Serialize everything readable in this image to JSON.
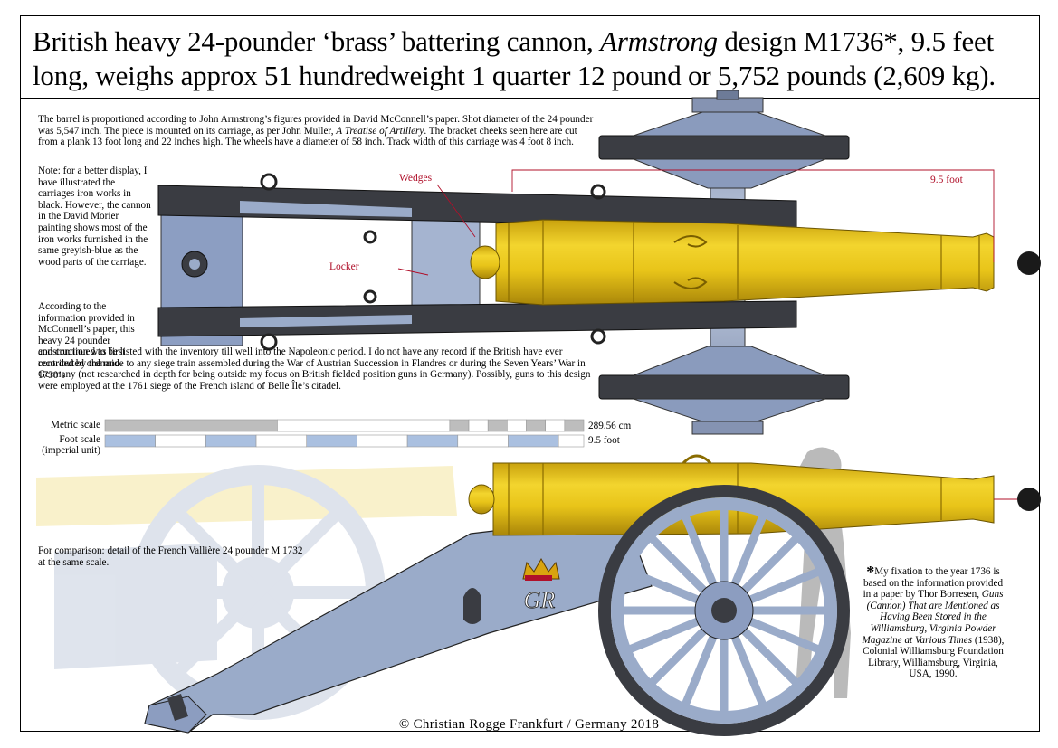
{
  "title": {
    "part1": "British heavy 24-pounder ‘brass’ battering cannon, ",
    "italic": "Armstrong",
    "part2": " design M1736*, 9.5 feet long, weighs approx 51 hundredweight 1 quarter 12 pound or 5,752 pounds (2,609 kg)."
  },
  "intro": {
    "a": "The barrel is proportioned according to John Armstrong’s figures provided in David McConnell’s paper. Shot diameter of the 24 pounder was 5,547 inch. The piece is mounted on its carriage, as per John Muller, ",
    "italic": "A Treatise of Artillery",
    "b": ". The bracket cheeks seen here are cut from a plank 13 foot long and 22 inches high. The wheels have a diameter of 58 inch. Track width of this carriage was 4 foot 8 inch."
  },
  "note": "Note: for a better display, I have illustrated the carriages iron works in black. However, the cannon in the David Morier painting shows most of the iron works furnished in the same greyish-blue as the wood parts of the carriage.",
  "info1": "According to the information provided in McConnell’s paper, this heavy 24 pounder construction was first recorded by the mid-1730’s",
  "info2": "and continued to be listed with the inventory till well into the Napoleonic period. I do not have any record if the British have ever contributed ordnance to any siege train assembled during the War of Austrian Succession in Flandres or during the Seven Years’ War in Germany (not researched in depth for being outside my focus on British fielded position guns in Germany). Possibly, guns to this design were employed at the 1761 siege of the French island of Belle Île’s citadel.",
  "labels": {
    "wedges": "Wedges",
    "locker": "Locker",
    "length": "9.5 foot"
  },
  "scales": {
    "metric_label": "Metric scale",
    "metric_value": "289.56 cm",
    "foot_label": "Foot scale",
    "foot_sub": "(imperial unit)",
    "foot_value": "9.5 foot"
  },
  "comparison": "For comparison: detail of the French Vallière 24 pounder M 1732 at the same scale.",
  "footnote": {
    "star": "*",
    "a": "My fixation to the year 1736 is based on the information provided in a paper by Thor Borresen, ",
    "italic": "Guns (Cannon) That are Mentioned as Having Been Stored in the Williamsburg, Virginia Powder Magazine at Various Times",
    "b": " (1938), Colonial Williamsburg Foundation Library, Williamsburg, Virginia, USA, 1990."
  },
  "cipher": "GR",
  "credit": "© Christian Rogge Frankfurt / Germany 2018",
  "colors": {
    "bronze": "#e8c419",
    "carriage": "#9aabc9",
    "iron": "#3a3c42",
    "accent": "#b0102a"
  }
}
